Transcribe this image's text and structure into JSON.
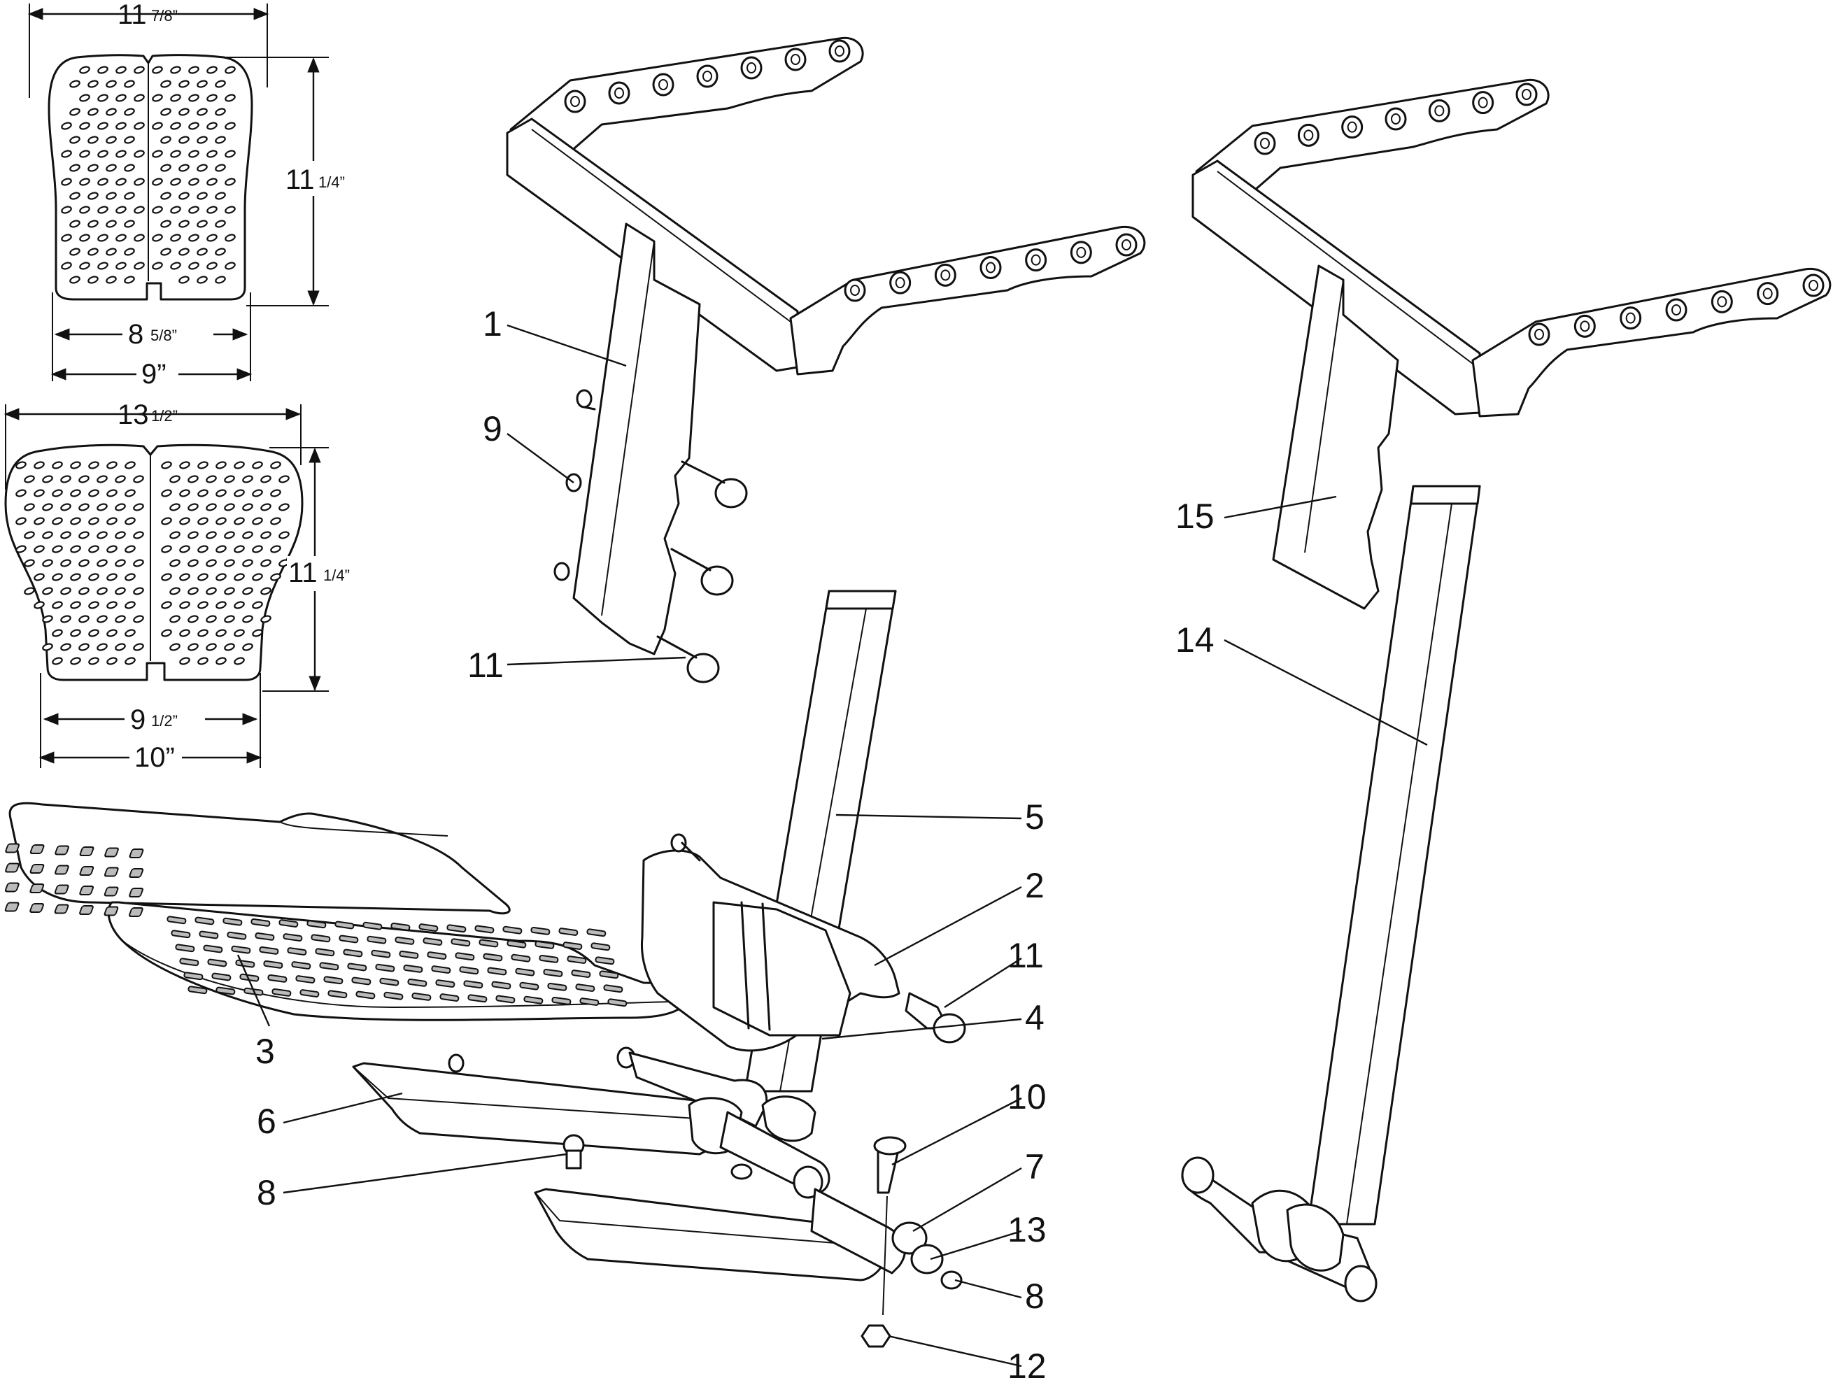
{
  "dimensions": {
    "small_plate": {
      "top_width": {
        "main": "11",
        "frac": "7/8”"
      },
      "height": {
        "main": "11",
        "frac": "1/4”"
      },
      "bottom_inner": {
        "main": "8",
        "frac": "5/8”"
      },
      "bottom_outer": {
        "main": "9”",
        "frac": ""
      }
    },
    "large_plate": {
      "top_width": {
        "main": "13",
        "frac": "1/2”"
      },
      "height": {
        "main": "11",
        "frac": "1/4”"
      },
      "bottom_inner": {
        "main": "9",
        "frac": "1/2”"
      },
      "bottom_outer": {
        "main": "10”",
        "frac": ""
      }
    }
  },
  "callouts": {
    "c1": "1",
    "c2": "2",
    "c3": "3",
    "c4": "4",
    "c5": "5",
    "c6": "6",
    "c7": "7",
    "c8a": "8",
    "c8b": "8",
    "c9": "9",
    "c10": "10",
    "c11a": "11",
    "c11b": "11",
    "c12": "12",
    "c13": "13",
    "c14": "14",
    "c15": "15"
  }
}
